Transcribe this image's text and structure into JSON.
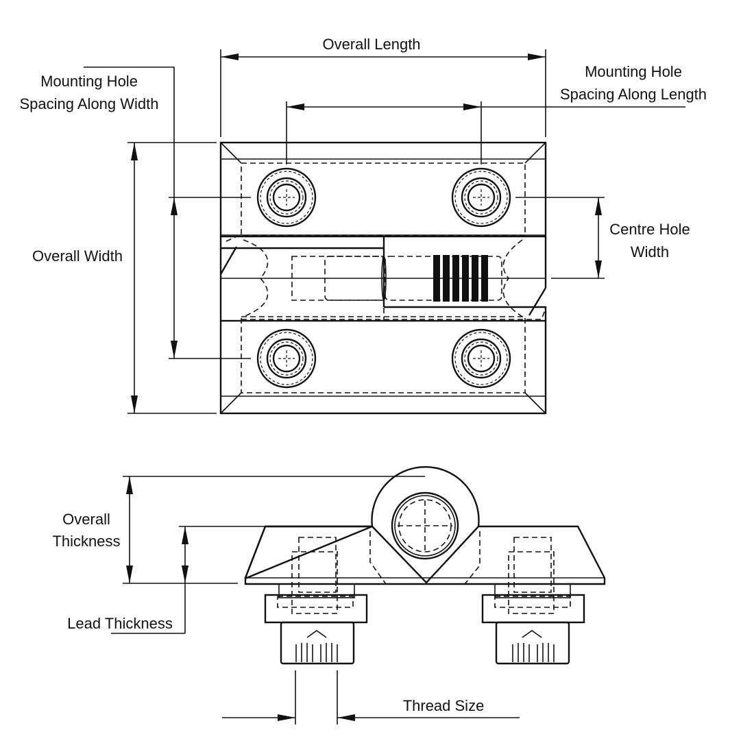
{
  "drawing": {
    "title": "Hinge dimension drawing",
    "colors": {
      "line": "#111111",
      "background": "#ffffff"
    },
    "top_view": {
      "labels": {
        "overall_length": "Overall Length",
        "mounting_hole_spacing_length_1": "Mounting Hole",
        "mounting_hole_spacing_length_2": "Spacing Along Length",
        "mounting_hole_spacing_width_1": "Mounting Hole",
        "mounting_hole_spacing_width_2": "Spacing Along Width",
        "overall_width": "Overall Width",
        "centre_hole_width_1": "Centre Hole",
        "centre_hole_width_2": "Width"
      }
    },
    "side_view": {
      "labels": {
        "overall_thickness_1": "Overall",
        "overall_thickness_2": "Thickness",
        "lead_thickness": "Lead Thickness",
        "thread_size": "Thread Size"
      }
    }
  }
}
